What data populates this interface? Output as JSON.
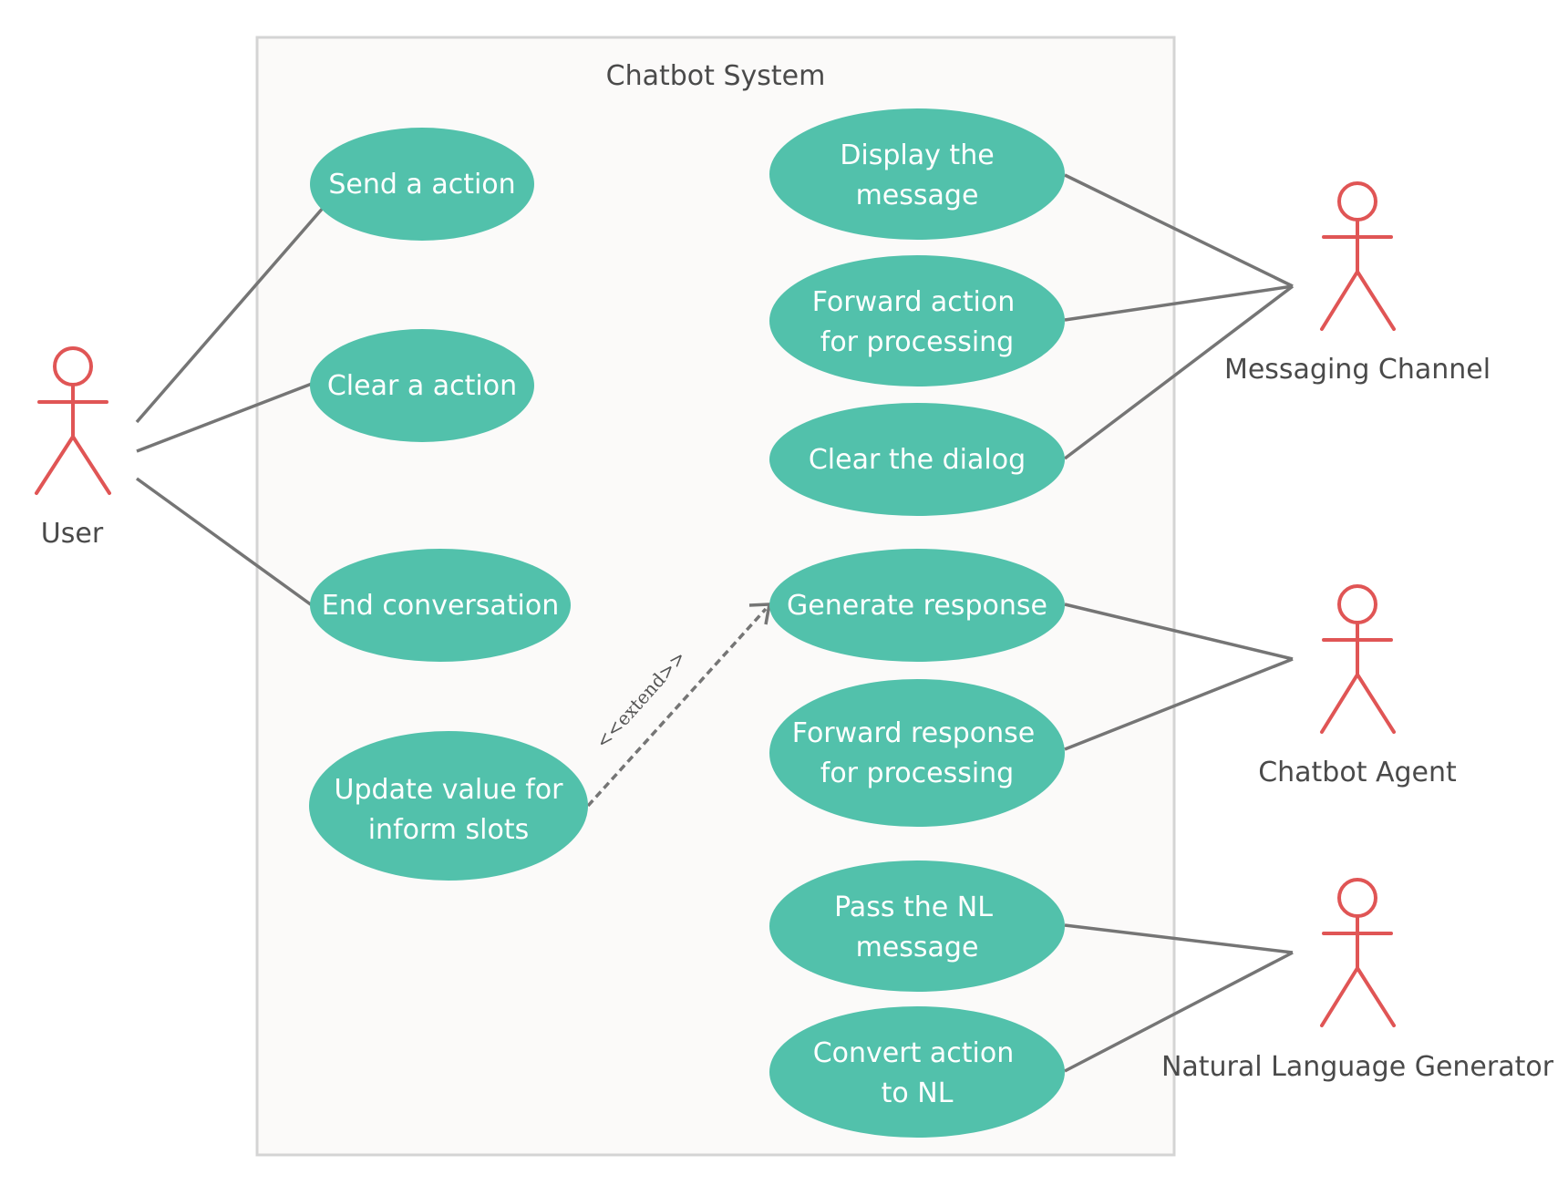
{
  "system": {
    "title": "Chatbot System"
  },
  "colors": {
    "usecase_fill": "#52c1ab",
    "actor_stroke": "#e05555",
    "line": "#757575",
    "boundary_fill": "#fbfaf9",
    "boundary_stroke": "#d4d4d4"
  },
  "actors": [
    {
      "id": "user",
      "label": "User"
    },
    {
      "id": "messaging-channel",
      "label": "Messaging Channel"
    },
    {
      "id": "chatbot-agent",
      "label": "Chatbot Agent"
    },
    {
      "id": "nlg",
      "label": "Natural Language Generator"
    }
  ],
  "usecases": [
    {
      "id": "send-action",
      "lines": [
        "Send a action"
      ]
    },
    {
      "id": "clear-action",
      "lines": [
        "Clear a action"
      ]
    },
    {
      "id": "end-conversation",
      "lines": [
        "End conversation"
      ]
    },
    {
      "id": "update-slots",
      "lines": [
        "Update value for",
        "inform slots"
      ]
    },
    {
      "id": "display-message",
      "lines": [
        "Display the",
        "message"
      ]
    },
    {
      "id": "forward-action",
      "lines": [
        "Forward action",
        "for processing"
      ]
    },
    {
      "id": "clear-dialog",
      "lines": [
        "Clear the dialog"
      ]
    },
    {
      "id": "generate-response",
      "lines": [
        "Generate response"
      ]
    },
    {
      "id": "forward-response",
      "lines": [
        "Forward response",
        "for processing"
      ]
    },
    {
      "id": "pass-nl",
      "lines": [
        "Pass the NL",
        "message"
      ]
    },
    {
      "id": "convert-action",
      "lines": [
        "Convert action",
        "to NL"
      ]
    }
  ],
  "associations": [
    {
      "actor": "user",
      "usecase": "send-action"
    },
    {
      "actor": "user",
      "usecase": "clear-action"
    },
    {
      "actor": "user",
      "usecase": "end-conversation"
    },
    {
      "actor": "messaging-channel",
      "usecase": "display-message"
    },
    {
      "actor": "messaging-channel",
      "usecase": "forward-action"
    },
    {
      "actor": "messaging-channel",
      "usecase": "clear-dialog"
    },
    {
      "actor": "chatbot-agent",
      "usecase": "generate-response"
    },
    {
      "actor": "chatbot-agent",
      "usecase": "forward-response"
    },
    {
      "actor": "nlg",
      "usecase": "pass-nl"
    },
    {
      "actor": "nlg",
      "usecase": "convert-action"
    }
  ],
  "extend": {
    "from": "update-slots",
    "to": "generate-response",
    "label": "<<extend>>"
  }
}
